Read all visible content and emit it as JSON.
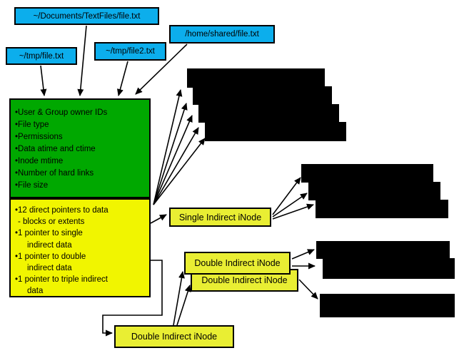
{
  "colors": {
    "cyan": "#0caeec",
    "green": "#00a800",
    "yellow_main": "#f1f500",
    "yellow_label": "#e9ee33",
    "block": "#000000"
  },
  "file_paths": {
    "documents": "~/Documents/TextFiles/file.txt",
    "home_shared": "/home/shared/file.txt",
    "tmp_file2": "~/tmp/file2.txt",
    "tmp_file": "~/tmp/file.txt"
  },
  "inode_metadata": {
    "lines": [
      "•User & Group owner IDs",
      "•File type",
      "•Permissions",
      "•Data atime and ctime",
      "•Inode mtime",
      "•Number of hard links",
      "•File size"
    ]
  },
  "inode_pointers": {
    "lines": [
      "•12 direct pointers to data",
      "- blocks or extents",
      "•1 pointer to single",
      "indirect data",
      "•1 pointer to double",
      "indirect data",
      "•1 pointer to triple indirect",
      "data"
    ]
  },
  "indirect_labels": {
    "single": "Single Indirect iNode",
    "double_1": "Double Indirect iNode",
    "double_2": "Double Indirect iNode",
    "double_bottom": "Double Indirect iNode"
  }
}
